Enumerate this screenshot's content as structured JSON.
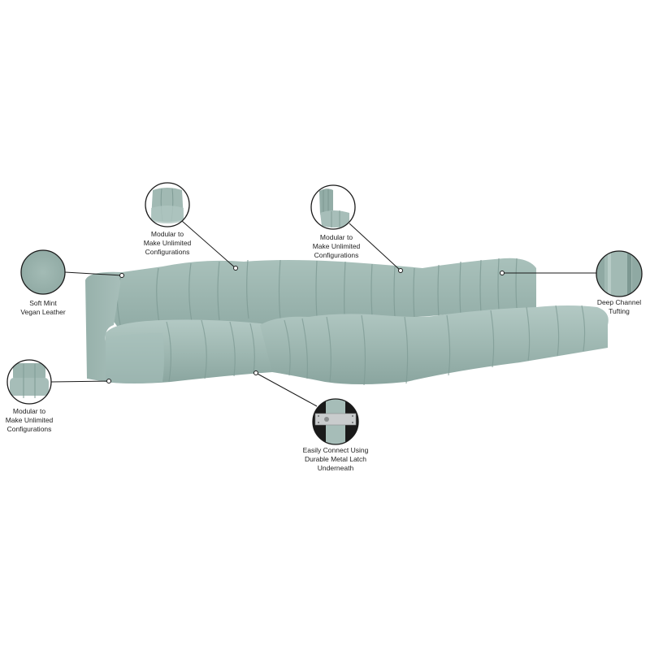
{
  "product": {
    "name": "Modular sectional sofa",
    "color_name": "Soft Mint Vegan Leather",
    "upholstery_color": "#9db7b1",
    "shadow_color": "#7e9a94",
    "highlight_color": "#b5cbc6",
    "background": "#ffffff"
  },
  "callouts": [
    {
      "id": "soft-mint",
      "lines": [
        "Soft Mint",
        "Vegan Leather"
      ],
      "thumb": "swatch"
    },
    {
      "id": "modular-left",
      "lines": [
        "Modular to",
        "Make Unlimited",
        "Configurations"
      ],
      "thumb": "armless-chair"
    },
    {
      "id": "modular-top-left",
      "lines": [
        "Modular to",
        "Make Unlimited",
        "Configurations"
      ],
      "thumb": "corner-chair"
    },
    {
      "id": "modular-top-right",
      "lines": [
        "Modular to",
        "Make Unlimited",
        "Configurations"
      ],
      "thumb": "side-chair"
    },
    {
      "id": "deep-channel",
      "lines": [
        "Deep Channel",
        "Tufting"
      ],
      "thumb": "tufting-closeup"
    },
    {
      "id": "metal-latch",
      "lines": [
        "Easily Connect Using",
        "Durable Metal Latch",
        "Underneath"
      ],
      "thumb": "latch-closeup"
    }
  ]
}
